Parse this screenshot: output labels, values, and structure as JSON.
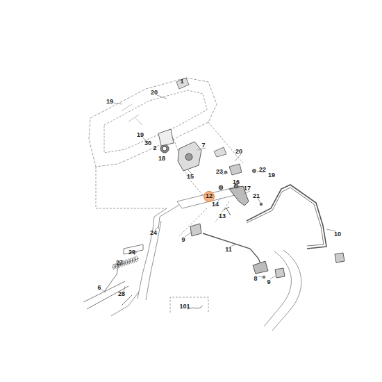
{
  "diagram": {
    "nodes": [
      {
        "text": [
          "12"
        ]
      }
    ],
    "labels": [
      "20",
      "1",
      "19",
      "19",
      "30",
      "2",
      "18",
      "7",
      "20",
      "23",
      "22",
      "19",
      "15",
      "16",
      "17",
      "21",
      "14",
      "13",
      "24",
      "9",
      "10",
      "11",
      "29",
      "27",
      "9",
      "8",
      "6",
      "28",
      "101"
    ]
  }
}
